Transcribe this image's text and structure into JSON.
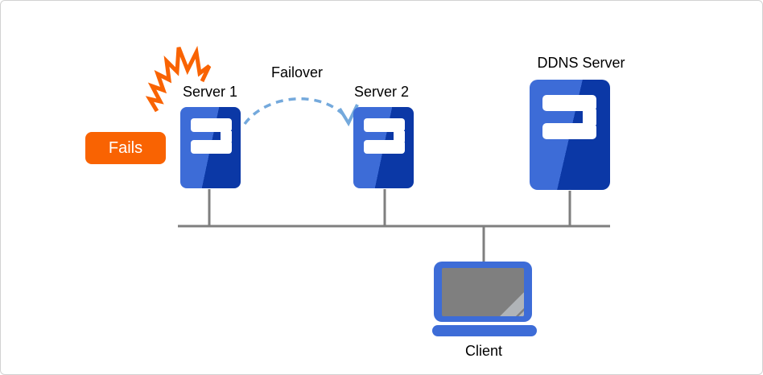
{
  "labels": {
    "fails": "Fails",
    "failover": "Failover",
    "server1": "Server 1",
    "server2": "Server 2",
    "ddns": "DDNS Server",
    "client": "Client"
  },
  "colors": {
    "server_blue_light": "#3d6cd7",
    "server_blue_dark": "#0b38a6",
    "accent_orange": "#f96302",
    "failover_arc_blue": "#74a9dc",
    "network_line_gray": "#7f7f7f",
    "screen_gray": "#7f7f7f",
    "screen_stripe_gray": "#b0b4b8",
    "canvas_border_gray": "#d2d2d2"
  },
  "icons": {
    "failure_burst": "jagged-explosion-burst",
    "server": "server-tower-two-slots",
    "client": "laptop"
  }
}
